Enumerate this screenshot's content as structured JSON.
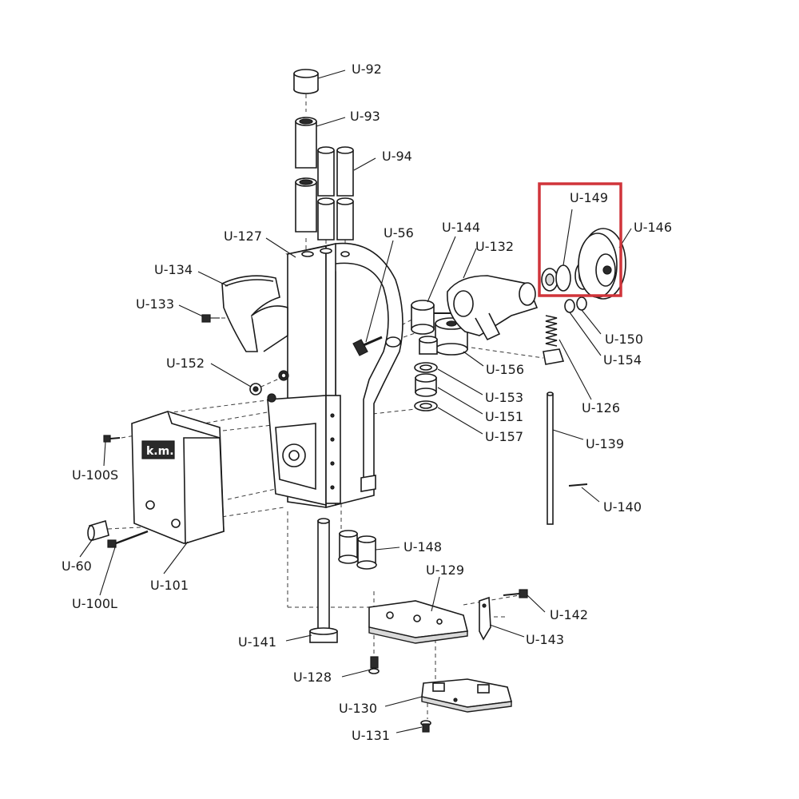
{
  "callouts": [
    {
      "id": "U-92",
      "label": "U-92"
    },
    {
      "id": "U-93",
      "label": "U-93"
    },
    {
      "id": "U-94",
      "label": "U-94"
    },
    {
      "id": "U-127",
      "label": "U-127"
    },
    {
      "id": "U-56",
      "label": "U-56"
    },
    {
      "id": "U-144",
      "label": "U-144"
    },
    {
      "id": "U-132",
      "label": "U-132"
    },
    {
      "id": "U-149",
      "label": "U-149"
    },
    {
      "id": "U-146",
      "label": "U-146"
    },
    {
      "id": "U-134",
      "label": "U-134"
    },
    {
      "id": "U-133",
      "label": "U-133"
    },
    {
      "id": "U-150",
      "label": "U-150"
    },
    {
      "id": "U-154",
      "label": "U-154"
    },
    {
      "id": "U-152",
      "label": "U-152"
    },
    {
      "id": "U-156",
      "label": "U-156"
    },
    {
      "id": "U-153",
      "label": "U-153"
    },
    {
      "id": "U-151",
      "label": "U-151"
    },
    {
      "id": "U-126",
      "label": "U-126"
    },
    {
      "id": "U-157",
      "label": "U-157"
    },
    {
      "id": "U-139",
      "label": "U-139"
    },
    {
      "id": "U-100S",
      "label": "U-100S"
    },
    {
      "id": "U-140",
      "label": "U-140"
    },
    {
      "id": "U-148",
      "label": "U-148"
    },
    {
      "id": "U-60",
      "label": "U-60"
    },
    {
      "id": "U-129",
      "label": "U-129"
    },
    {
      "id": "U-101",
      "label": "U-101"
    },
    {
      "id": "U-100L",
      "label": "U-100L"
    },
    {
      "id": "U-142",
      "label": "U-142"
    },
    {
      "id": "U-143",
      "label": "U-143"
    },
    {
      "id": "U-141",
      "label": "U-141"
    },
    {
      "id": "U-128",
      "label": "U-128"
    },
    {
      "id": "U-130",
      "label": "U-130"
    },
    {
      "id": "U-131",
      "label": "U-131"
    }
  ],
  "cover_logo": "k.m.",
  "highlight": {
    "target": "U-149",
    "color": "#d0343a"
  }
}
